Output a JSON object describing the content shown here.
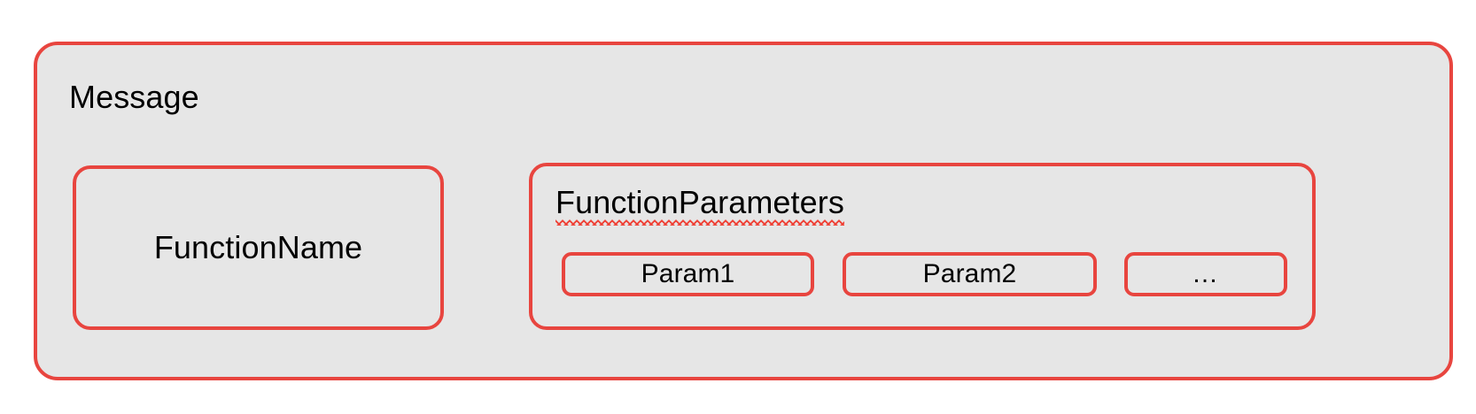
{
  "diagram": {
    "title": "Message",
    "colors": {
      "box_fill": "#E6E6E6",
      "box_border": "#E8453F",
      "text": "#000000",
      "spellcheck_underline": "#EF4136",
      "canvas_background": "#FFFFFF"
    },
    "message_box": {
      "label": "Message",
      "children": {
        "function_name_box": {
          "label": "FunctionName"
        },
        "function_parameters_box": {
          "label": "FunctionParameters",
          "label_has_spellcheck_underline": true,
          "params": [
            {
              "label": "Param1"
            },
            {
              "label": "Param2"
            },
            {
              "label": "…"
            }
          ]
        }
      }
    }
  }
}
